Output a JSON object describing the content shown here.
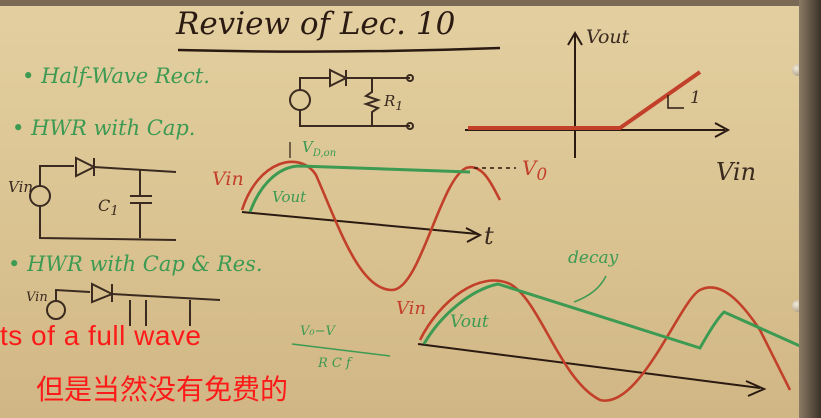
{
  "board": {
    "title": "Review of Lec. 10",
    "bullets": [
      "Half-Wave Rect.",
      "HWR with Cap.",
      "HWR with Cap & Res."
    ],
    "labels": {
      "r1": "R",
      "r1_sub": "1",
      "vout_axis": "Vout",
      "vin_axis": "Vin",
      "slope": "1",
      "vd_on": "V",
      "vd_on_sub": "D,on",
      "vin_1": "Vin",
      "vout_1": "Vout",
      "v0": "V",
      "v0_sub": "0",
      "t_axis": "t",
      "vin_src_1": "Vin",
      "c1": "C",
      "c1_sub": "1",
      "vin_src_2": "Vin",
      "decay": "decay",
      "vin_2": "Vin",
      "vout_2": "Vout",
      "formula_num": "V₀−V",
      "formula_den": "R C f"
    }
  },
  "subtitles": {
    "english": "ts of a full wave",
    "chinese": "但是当然没有免费的"
  },
  "colors": {
    "board": "#dcc596",
    "chalk_green": "#3c9a52",
    "marker_red": "#c2402a",
    "marker_dark": "#2a1a12",
    "subtitle": "#ff1a1a"
  }
}
